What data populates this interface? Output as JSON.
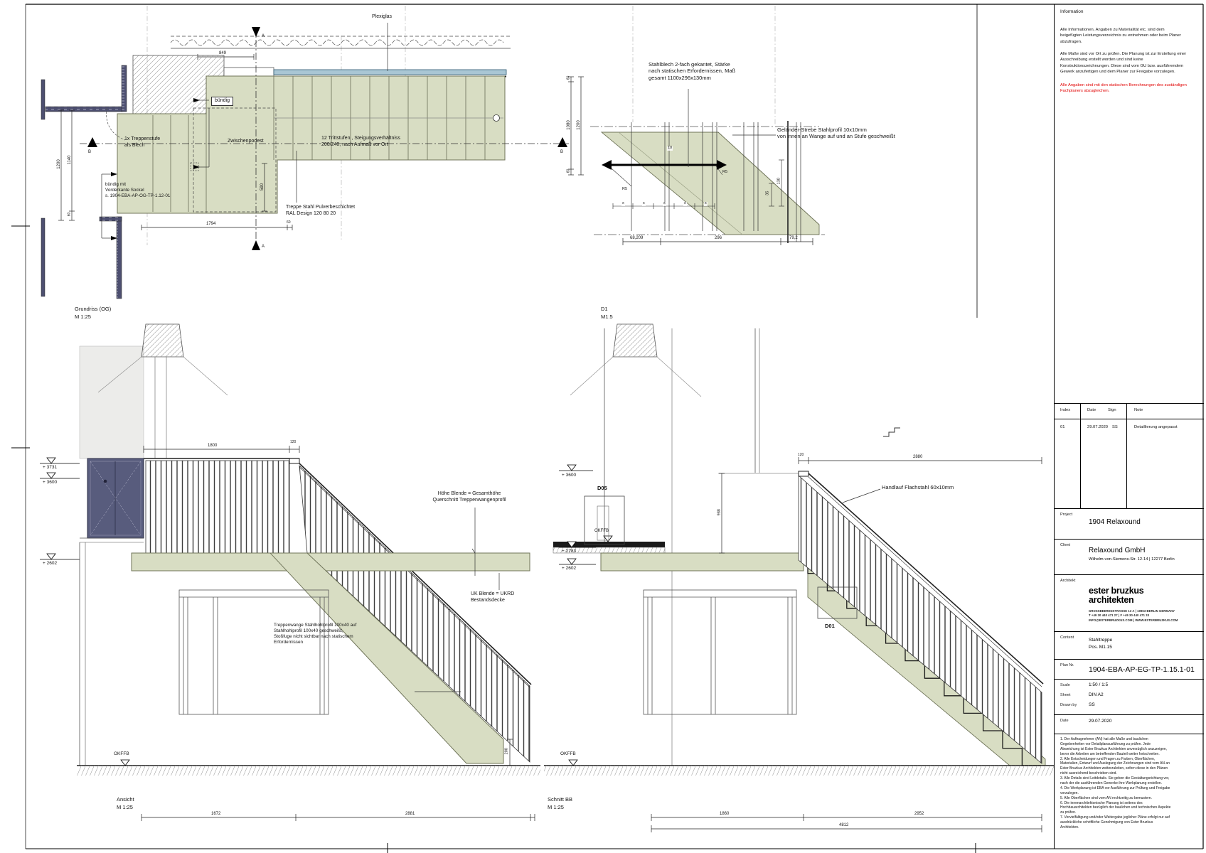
{
  "plan": {
    "caption_title": "Grundriss (OG)",
    "caption_scale": "M 1:25",
    "label_plexiglas": "Plexiglas",
    "label_buendig": "bündig",
    "label_step": "1x Treppenstufe\nals Blech",
    "label_podest": "Zwischenpodest",
    "label_treads": "12 Trittstufen , Steigungsverhältniss\n200/240, nach Aufmaß vor Ort",
    "label_coating": "Treppe Stahl Pulverbeschichtet\nRAL Design 120 80 20",
    "label_sockel": "bündig mit\nVorderkante Sockel\ns. 1904-EBA-AP-OG-TP-1.12-01",
    "dim_849": "849",
    "dim_1794": "1794",
    "dim_60_bottom": "60",
    "dim_1200_left": "1200",
    "dim_1140": "1140",
    "dim_60_left": "60",
    "dim_60_right_top": "60",
    "dim_1080": "1080",
    "dim_1200_right": "1200",
    "dim_60_right_bottom": "60",
    "dim_590": "590",
    "marker_a": "A",
    "marker_b": "B"
  },
  "detail": {
    "caption_title": "D1",
    "caption_scale": "M1:5",
    "label_blech": "Stahlblech 2-fach gekantet, Stärke\nnach statischen Erfordernissen, Maß\ngesamt 1100x296x130mm",
    "label_strebe": "Geländer-Strebe Stahlprofil 10x10mm\nvon innen an Wange auf und an Stufe geschweißt",
    "label_r5": "R5",
    "dim_10": "10",
    "dim_x": "x",
    "dim_130": "130",
    "dim_35": "35",
    "dim_68209": "68,209",
    "dim_296": "296",
    "dim_792": "79,2"
  },
  "elevation": {
    "caption_title": "Ansicht",
    "caption_scale": "M 1:25",
    "level_3731": "+ 3731",
    "level_3600": "+ 3600",
    "level_2602": "+ 2602",
    "dim_1800": "1800",
    "dim_120": "120",
    "dim_200": "200",
    "dim_1672": "1672",
    "dim_2881": "2881",
    "label_blende": "Höhe Blende = Gesamthöhe\nQuerschnitt Treppenwangenprofil",
    "label_uk": "UK Blende = UKRD\nBestandsdecke",
    "label_wange": "Treppenwange Stahlhohlprofil 100x40 auf\nStahlhohlprofil 100x40 geschweißt,\nStoßfuge nicht sichtbar nach statischem\nErfordernissen",
    "label_okffb": "OKFFB"
  },
  "section": {
    "caption_title": "Schnitt BB",
    "caption_scale": "M 1:25",
    "label_okffb_top": "OKFFB",
    "label_okffb_bottom": "OKFFB",
    "label_d05": "D05",
    "label_d01": "D01",
    "level_3600": "+ 3600",
    "level_2783": "+ 2783",
    "level_2602": "+ 2602",
    "label_handlauf": "Handlauf Flachstahl 60x10mm",
    "dim_120": "120",
    "dim_2880": "2880",
    "dim_988": "988",
    "dim_1860": "1860",
    "dim_2952": "2952",
    "dim_4812": "4812"
  },
  "titleblock": {
    "info_title": "Information",
    "info_p1": "Alle Informationen, Angaben zu Materialität etc. sind dem\nbeigefügten Leistungsverzeichnis zu entnehmen oder beim Planer\nabzufragen.",
    "info_p2": "Alle Maße sind vor Ort zu prüfen. Die Planung ist zur Erstellung einer\nAusschreibung erstellt worden und sind keine\nKonstruktionszeichnungen. Diese sind vom GU bzw. ausführendem\nGewerk anzufertigen und dem Planer zur Freigabe vorzulegen.",
    "info_warning": "Alle Angaben sind mit den statischen Berechnungen des zuständigen\nFachplaners abzugleichen.",
    "index": {
      "h_index": "Index",
      "h_date": "Date",
      "h_sign": "Sign",
      "h_note": "Note",
      "row_index": "01",
      "row_date": "29.07.2020",
      "row_sign": "SS",
      "row_note": "Detaillierung angepasst"
    },
    "project_label": "Project",
    "project_value": "1904 Relaxound",
    "client_label": "Client",
    "client_value": "Relaxound GmbH",
    "client_address": "Wilhelm-von-Siemens-Str. 12-14 | 12277 Berlin",
    "architect_label": "Architekt",
    "architect_logo": "ester bruzkus\narchitekten",
    "architect_address": "GROSSBEERENSTRASSE 13 A | 10963 BERLIN GERMANY\nT +49 30 440 471 27 | F +49 30 440 471 33\nINFO@ESTERBRUZKUS.COM | WWW.ESTERBRUZKUS.COM",
    "content_label": "Content",
    "content_value": "Stahltreppe\nPos. M1.15",
    "plan_label": "Plan Nr.",
    "plan_value": "1904-EBA-AP-EG-TP-1.15.1-01",
    "scale_label": "Scale",
    "scale_value": "1:50 / 1:5",
    "sheet_label": "Sheet",
    "sheet_value": "DIN A2",
    "drawn_label": "Drawn by",
    "drawn_value": "SS",
    "date_label": "Date",
    "date_value": "29.07.2020",
    "notes": "1. Der Auftragnehmer (AN) hat alle Maße und baulichen\nGegebenheiten vor Detailplanausführung zu prüfen. Jede\nAbweichung ist Ester Bruzkus Architekten unverzüglich anzuzeigen,\nbevor die Arbeiten am betreffenden Bauteil weiter fortschreiten.\n2. Alle Entscheidungen und Fragen zu Farben, Oberflächen,\nMaterialien, Entwurf und Auslegung der Zeichnungen sind vom AN an\nEster Bruzkus Architekten weiterzuleiten, sofern diese in den Plänen\nnicht ausreichend beschrieben sind.\n3. Alle Details sind Leitdetails. Sie geben die Gestaltungsrichtung vor,\nnach der die ausführenden Gewerke ihre Werkplanung erstellen.\n4. Die Werkplanung ist EBA vor Ausführung zur Prüfung und Freigabe\nvorzulegen.\n5. Alle Oberflächen sind vom AN rechtzeitig zu bemustern.\n6. Die innenarchitektonische Planung ist seitens des\nHochbauarchitekten bezüglich der baulichen und technischen Aspekte\nzu prüfen.\n7. Vervielfältigung und/oder Weitergabe jeglicher Pläne erfolgt nur auf\nausdrückliche schriftliche Genehmigung von Ester Bruzkus\nArchitekten."
  },
  "colors": {
    "stair_green": "#d8ddc3",
    "wall_dark": "#4d4f70",
    "plexi_blue": "#a9c6d4",
    "warning_red": "#e10000"
  }
}
